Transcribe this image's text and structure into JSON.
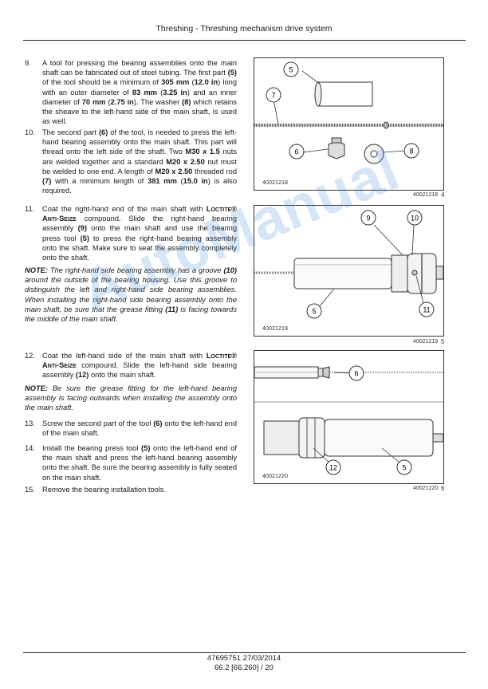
{
  "header": {
    "title": "Threshing - Threshing mechanism drive system"
  },
  "steps": [
    {
      "num": "9.",
      "parts": [
        {
          "t": "A tool for pressing the bearing assemblies onto the main shaft can be fabricated out of steel tubing.  The first part "
        },
        {
          "b": "(5)"
        },
        {
          "t": " of the tool should be a minimum of "
        },
        {
          "b": "305 mm"
        },
        {
          "t": " ("
        },
        {
          "b": "12.0 in"
        },
        {
          "t": ") long with an outer diameter of "
        },
        {
          "b": "83 mm"
        },
        {
          "t": " ("
        },
        {
          "b": "3.25 in"
        },
        {
          "t": ") and an inner diameter of "
        },
        {
          "b": "70 mm"
        },
        {
          "t": " ("
        },
        {
          "b": "2.75 in"
        },
        {
          "t": "). The washer "
        },
        {
          "b": "(8)"
        },
        {
          "t": " which retains the sheave to the left-hand side of the main shaft, is used as well."
        }
      ]
    },
    {
      "num": "10.",
      "parts": [
        {
          "t": "The second part "
        },
        {
          "b": "(6)"
        },
        {
          "t": " of the tool, is needed to press the left-hand bearing assembly onto the main shaft. This part will thread onto the left side of the shaft.  Two "
        },
        {
          "b": "M30 x 1.5"
        },
        {
          "t": " nuts are welded together and a standard "
        },
        {
          "b": "M20 x 2.50"
        },
        {
          "t": " nut must be welded to one end. A length of "
        },
        {
          "b": "M20 x 2.50"
        },
        {
          "t": " threaded rod "
        },
        {
          "b": "(7)"
        },
        {
          "t": " with a minimum length of "
        },
        {
          "b": "381 mm"
        },
        {
          "t": " ("
        },
        {
          "b": "15.0 in"
        },
        {
          "t": ") is also required."
        }
      ]
    },
    {
      "num": "11.",
      "parts": [
        {
          "t": "Coat the right-hand end of the main shaft with "
        },
        {
          "sc": "Loctite® Anti-Seize"
        },
        {
          "t": " compound. Slide the right-hand bearing assembly "
        },
        {
          "b": "(9)"
        },
        {
          "t": " onto the main shaft and use the bearing press tool "
        },
        {
          "b": "(5)"
        },
        {
          "t": " to press the right-hand bearing assembly onto the shaft.  Make sure to seat the assembly completely onto the shaft."
        }
      ]
    },
    {
      "num": "12.",
      "parts": [
        {
          "t": "Coat the left-hand side of the main shaft with "
        },
        {
          "sc": "Loctite® Anti-Seize"
        },
        {
          "t": " compound.  Slide the left-hand side bearing assembly "
        },
        {
          "b": "(12)"
        },
        {
          "t": " onto the main shaft."
        }
      ]
    },
    {
      "num": "13.",
      "parts": [
        {
          "t": "Screw the second part of the tool "
        },
        {
          "b": "(6)"
        },
        {
          "t": " onto the left-hand end of the main shaft."
        }
      ]
    },
    {
      "num": "14.",
      "parts": [
        {
          "t": "Install the bearing press tool "
        },
        {
          "b": "(5)"
        },
        {
          "t": " onto the left-hand end of the main shaft and press the left-hand bearing assembly onto the shaft. Be sure the bearing assembly is fully seated on the main shaft."
        }
      ]
    },
    {
      "num": "15.",
      "parts": [
        {
          "t": "Remove the bearing installation tools."
        }
      ]
    }
  ],
  "notes": [
    {
      "parts": [
        {
          "b": "NOTE:"
        },
        {
          "t": " The right-hand side bearing assembly has a groove "
        },
        {
          "b": "(10)"
        },
        {
          "t": " around the outside of the bearing housing.  Use this groove to distinguish the left and right-hand side bearing assemblies.  When installing the right-hand side bearing assembly onto the main shaft, be sure that the grease fitting "
        },
        {
          "b": "(11)"
        },
        {
          "t": " is facing towards the middle of the main shaft."
        }
      ]
    },
    {
      "parts": [
        {
          "b": "NOTE:"
        },
        {
          "t": " Be sure the grease fitting for the left-hand bearing assembly is facing outwards when installing the assembly onto the main shaft."
        }
      ]
    }
  ],
  "figures": [
    {
      "id": "40021218",
      "num": "4",
      "callouts": [
        "5",
        "7",
        "6",
        "8"
      ]
    },
    {
      "id": "40021219",
      "num": "5",
      "callouts": [
        "9",
        "10",
        "5",
        "11"
      ]
    },
    {
      "id": "40021220",
      "num": "6",
      "callouts": [
        "6",
        "12",
        "5"
      ]
    }
  ],
  "watermark": "AutoManual",
  "footer": {
    "doc": "47695751 27/03/2014",
    "page": "66.2 [66.260] / 20"
  }
}
